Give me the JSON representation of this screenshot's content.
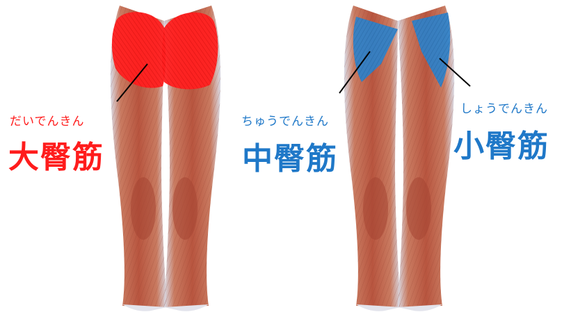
{
  "colors": {
    "maximus_accent": "#ff1c1c",
    "medius_accent": "#1f78c8",
    "minimus_accent": "#1f78c8",
    "muscle_red": "#c8705a",
    "tendon_light": "#dcdde6"
  },
  "labels": {
    "maximus": {
      "reading": "だいでんきん",
      "name": "大臀筋"
    },
    "medius": {
      "reading": "ちゅうでんきん",
      "name": "中臀筋"
    },
    "minimus": {
      "reading": "しょうでんきん",
      "name": "小臀筋"
    }
  }
}
